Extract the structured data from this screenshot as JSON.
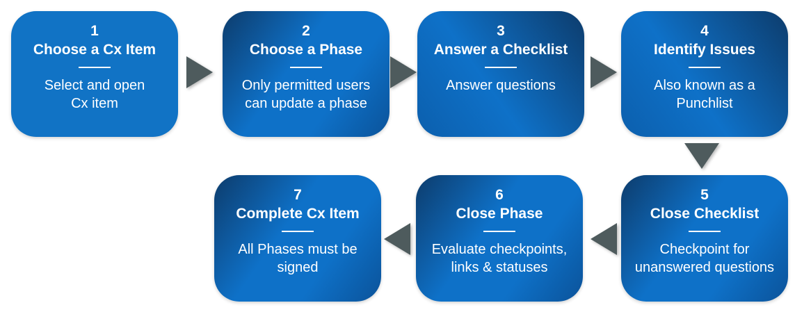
{
  "colors": {
    "box_flat_blue": "#1173C5",
    "gradient_bright_blue": "#0E71C8",
    "gradient_dark_navy": "#0D3C6C",
    "arrow_gray": "#4E5B5D",
    "text": "#FFFFFF",
    "background": "#FFFFFF"
  },
  "steps": [
    {
      "number": "1",
      "title": "Choose a Cx Item",
      "description": "Select and open\nCx item"
    },
    {
      "number": "2",
      "title": "Choose a Phase",
      "description": "Only permitted users\ncan update a phase"
    },
    {
      "number": "3",
      "title": "Answer a Checklist",
      "description": "Answer questions"
    },
    {
      "number": "4",
      "title": "Identify Issues",
      "description": "Also known as a\nPunchlist"
    },
    {
      "number": "5",
      "title": "Close Checklist",
      "description": "Checkpoint for\nunanswered questions"
    },
    {
      "number": "6",
      "title": "Close Phase",
      "description": "Evaluate checkpoints,\nlinks & statuses"
    },
    {
      "number": "7",
      "title": "Complete Cx Item",
      "description": "All Phases must be\nsigned"
    }
  ],
  "connectors": [
    {
      "icon": "arrow-right-icon",
      "from": "1",
      "to": "2"
    },
    {
      "icon": "arrow-right-icon",
      "from": "2",
      "to": "3"
    },
    {
      "icon": "arrow-right-icon",
      "from": "3",
      "to": "4"
    },
    {
      "icon": "arrow-down-icon",
      "from": "4",
      "to": "5"
    },
    {
      "icon": "arrow-left-icon",
      "from": "5",
      "to": "6"
    },
    {
      "icon": "arrow-left-icon",
      "from": "6",
      "to": "7"
    }
  ]
}
